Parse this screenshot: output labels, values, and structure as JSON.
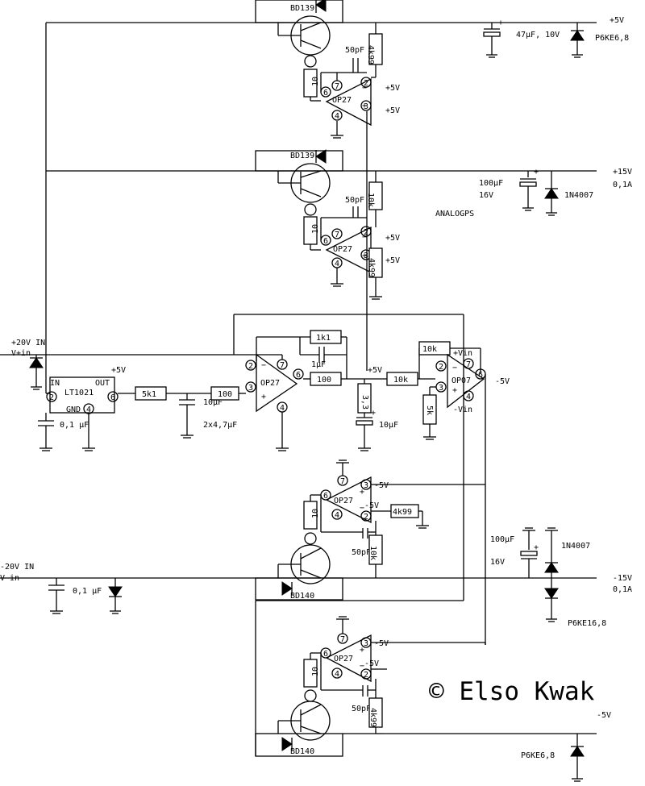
{
  "copyright": "© Elso Kwak",
  "inputs": {
    "pos_in_label": "+20V IN",
    "pos_in_pin": "V+in",
    "neg_in_label": "-20V IN",
    "neg_in_pin": "V-in"
  },
  "outputs": {
    "p5": {
      "voltage": "+5V",
      "cap": "47µF, 10V",
      "diode": "P6KE6,8"
    },
    "p15": {
      "voltage": "+15V",
      "current": "0,1A",
      "cap_value": "100µF",
      "cap_volt": "16V",
      "diode": "1N4007"
    },
    "n15": {
      "voltage": "-15V",
      "current": "0,1A",
      "cap_value": "100µF",
      "cap_volt": "16V",
      "diode1": "1N4007",
      "diode2": "P6KE16,8"
    },
    "n5": {
      "voltage": "-5V",
      "diode": "P6KE6,8"
    }
  },
  "reference": {
    "ic": "LT1021",
    "pin_in": "IN",
    "pin_out": "OUT",
    "pin_gnd": "GND",
    "pin2": "2",
    "pin6": "6",
    "pin4": "4",
    "supply": "+5V",
    "cap_in": "0,1 µF",
    "r_5k1": "5k1",
    "r_100a": "100",
    "cap_10u": "10µF",
    "cap_2x47": "2x4,7µF",
    "r_100b": "100",
    "r_1k1": "1k1",
    "cap_1u": "1µF",
    "r_33": "3,3",
    "cap_10u_b": "10µF",
    "net_5v": "+5V"
  },
  "buffer": {
    "opamp": "OP07",
    "r_10k_in": "10k",
    "r_10k_fb": "10k",
    "r_5k": "5k",
    "vp": "+Vin",
    "vn": "-Vin",
    "out": "-5V"
  },
  "stage_p5": {
    "transistor": "BD139",
    "opamp": "OP27",
    "r_10": "10",
    "cap": "50pF",
    "r_4k99": "4k99",
    "v2": "+5V",
    "v3": "+5V"
  },
  "stage_p15": {
    "transistor": "BD139",
    "opamp": "OP27",
    "r_10": "10",
    "cap": "50pF",
    "r_10k": "10k",
    "r_4k99": "4k99",
    "v2": "+5V",
    "v3": "+5V",
    "note": "ANALOGPS"
  },
  "stage_n15": {
    "transistor": "BD140",
    "opamp": "OP27",
    "r_10": "10",
    "cap": "50pF",
    "r_10k": "10k",
    "r_4k99": "4k99",
    "v3": "-5V",
    "v2": "-5V"
  },
  "stage_n5": {
    "transistor": "BD140",
    "opamp": "OP27",
    "r_10": "10",
    "cap": "50pF",
    "r_4k99": "4k99",
    "v3": "-5V",
    "v2": "-5V"
  },
  "pins": {
    "p2": "2",
    "p3": "3",
    "p4": "4",
    "p6": "6",
    "p7": "7"
  },
  "ref_opamp": "OP27"
}
